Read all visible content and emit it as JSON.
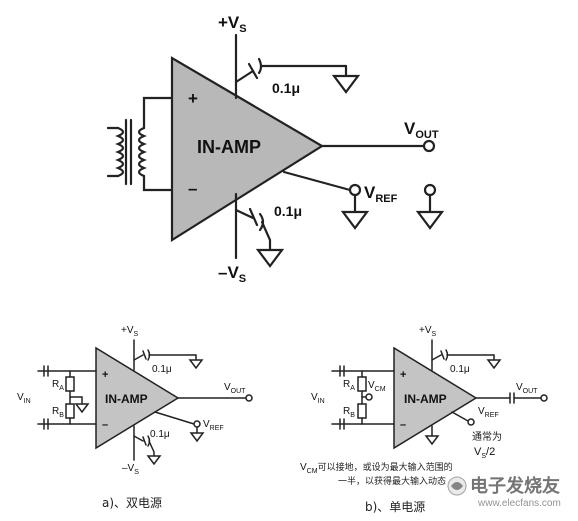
{
  "top": {
    "vs_plus": "+V",
    "vs_plus_sub": "S",
    "vs_minus": "–V",
    "vs_minus_sub": "S",
    "cap_top": "0.1μ",
    "cap_bottom": "0.1μ",
    "amp_label": "IN-AMP",
    "plus": "+",
    "minus": "–",
    "vout": "V",
    "vout_sub": "OUT",
    "vref": "V",
    "vref_sub": "REF"
  },
  "left": {
    "vs_plus": "+V",
    "vs_plus_sub": "S",
    "vs_minus": "–V",
    "vs_minus_sub": "S",
    "cap_top": "0.1μ",
    "cap_bottom": "0.1μ",
    "amp_label": "IN-AMP",
    "plus": "+",
    "minus": "–",
    "vin": "V",
    "vin_sub": "IN",
    "ra": "R",
    "ra_sub": "A",
    "rb": "R",
    "rb_sub": "B",
    "vout": "V",
    "vout_sub": "OUT",
    "vref": "V",
    "vref_sub": "REF",
    "caption": "a)、双电源"
  },
  "right": {
    "vs_plus": "+V",
    "vs_plus_sub": "S",
    "cap_top": "0.1μ",
    "amp_label": "IN-AMP",
    "plus": "+",
    "minus": "–",
    "vin": "V",
    "vin_sub": "IN",
    "ra": "R",
    "ra_sub": "A",
    "rb": "R",
    "rb_sub": "B",
    "vcm": "V",
    "vcm_sub": "CM",
    "vout": "V",
    "vout_sub": "OUT",
    "vref": "V",
    "vref_sub": "REF",
    "note1": "通常为",
    "note2": "V",
    "note2_sub": "S",
    "note2_tail": "/2",
    "vcm_note_1_v": "V",
    "vcm_note_1_sub": "CM",
    "vcm_note_1": "可以接地，或设为最大输入范围的",
    "vcm_note_2": "一半，以获得最大输入动态",
    "caption": "b)、单电源"
  },
  "watermark": {
    "name": "电子发烧友",
    "url": "www.elecfans.com"
  }
}
